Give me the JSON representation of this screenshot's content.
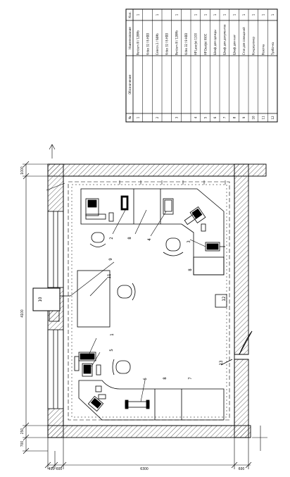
{
  "table": {
    "headers": {
      "num": "№",
      "designation": "Обозначение",
      "name": "Наименование",
      "qty": "Кол."
    },
    "rows": [
      {
        "num": "1",
        "designation": "",
        "name": "Pentium III / 128Mb",
        "qty": "1"
      },
      {
        "num": "",
        "designation": "",
        "name": "Video 32 / 8-HDD",
        "qty": ""
      },
      {
        "num": "2",
        "designation": "",
        "name": "Celeron 2 / 64Mb",
        "qty": "1"
      },
      {
        "num": "",
        "designation": "",
        "name": "Video 32 / 8-HDD",
        "qty": ""
      },
      {
        "num": "3",
        "designation": "",
        "name": "Pentium III / 128Mb",
        "qty": "1"
      },
      {
        "num": "",
        "designation": "",
        "name": "Video 32 / 8-HDD",
        "qty": ""
      },
      {
        "num": "4",
        "designation": "",
        "name": "HP LaserJet 1100",
        "qty": "1"
      },
      {
        "num": "5",
        "designation": "",
        "name": "HP DeskJet 690С",
        "qty": "1"
      },
      {
        "num": "6",
        "designation": "",
        "name": "Шкаф для одежды",
        "qty": "1"
      },
      {
        "num": "7",
        "designation": "",
        "name": "Шкаф для документов",
        "qty": "1"
      },
      {
        "num": "8",
        "designation": "",
        "name": "Шкаф для книг",
        "qty": "1"
      },
      {
        "num": "9",
        "designation": "",
        "name": "Стол для совещаний",
        "qty": "1"
      },
      {
        "num": "10",
        "designation": "",
        "name": "Кондиционер",
        "qty": "1"
      },
      {
        "num": "11",
        "designation": "",
        "name": "Розетка",
        "qty": "1"
      },
      {
        "num": "12",
        "designation": "",
        "name": "Тумбочка",
        "qty": "1"
      }
    ]
  },
  "plan": {
    "labels": [
      "1",
      "2",
      "3",
      "4",
      "5",
      "6",
      "7",
      "8",
      "9",
      "10",
      "11",
      "12",
      "13"
    ],
    "dims": {
      "left_total": "4100",
      "left_top": "1000",
      "left_bottom_a": "250",
      "left_bottom_b": "700",
      "bottom_total": "6300",
      "bottom_left_a": "400",
      "bottom_left_b": "600",
      "bottom_right": "600"
    }
  },
  "colors": {
    "line": "#000000",
    "paper": "#ffffff",
    "hatch": "#666666"
  }
}
